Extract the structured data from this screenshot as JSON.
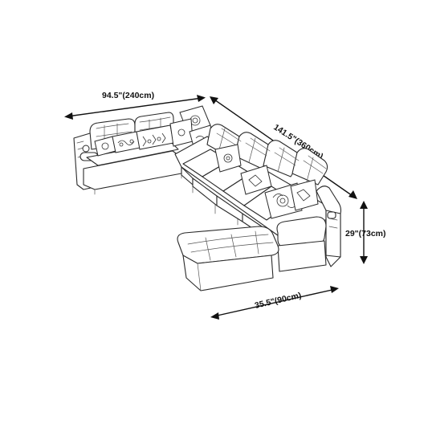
{
  "dimensions": {
    "width_left": "94.5\"(240cm)",
    "length_diagonal": "141.5\"(360cm)",
    "height": "29\"(73cm)",
    "chaise_depth": "35.5\"(90cm)"
  },
  "colors": {
    "line": "#2a2a2a",
    "arrow": "#111111",
    "background": "#ffffff"
  }
}
